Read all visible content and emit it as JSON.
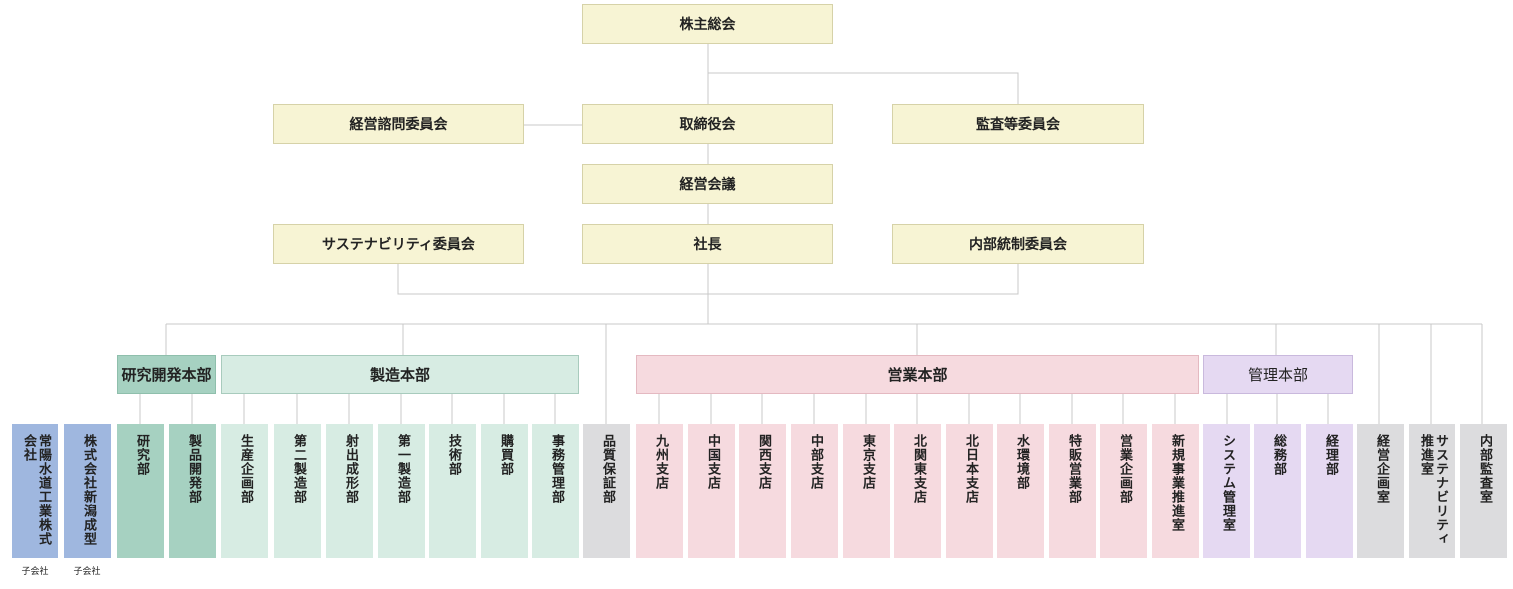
{
  "top": {
    "shareholders": "株主総会",
    "advisory": "経営諮問委員会",
    "board": "取締役会",
    "audit": "監査等委員会",
    "management_meeting": "経営会議",
    "sustainability_committee": "サステナビリティ委員会",
    "president": "社長",
    "internal_control": "内部統制委員会"
  },
  "headers": {
    "rd": "研究開発本部",
    "manufacturing": "製造本部",
    "sales": "営業本部",
    "admin": "管理本部"
  },
  "units": [
    {
      "label": "常陽水道工業株式会社"
    },
    {
      "label": "株式会社新潟成型"
    },
    {
      "label": "研究部"
    },
    {
      "label": "製品開発部"
    },
    {
      "label": "生産企画部"
    },
    {
      "label": "第二製造部"
    },
    {
      "label": "射出成形部"
    },
    {
      "label": "第一製造部"
    },
    {
      "label": "技術部"
    },
    {
      "label": "購買部"
    },
    {
      "label": "事務管理部"
    },
    {
      "label": "品質保証部"
    },
    {
      "label": "九州支店"
    },
    {
      "label": "中国支店"
    },
    {
      "label": "関西支店"
    },
    {
      "label": "中部支店"
    },
    {
      "label": "東京支店"
    },
    {
      "label": "北関東支店"
    },
    {
      "label": "北日本支店"
    },
    {
      "label": "水環境部"
    },
    {
      "label": "特販営業部"
    },
    {
      "label": "営業企画部"
    },
    {
      "label": "新規事業推進室"
    },
    {
      "label": "システム管理室"
    },
    {
      "label": "総務部"
    },
    {
      "label": "経理部"
    },
    {
      "label": "経営企画室"
    },
    {
      "label": "サステナビリティ推進室"
    },
    {
      "label": "内部監査室"
    }
  ],
  "subsidiary_note": "子会社"
}
